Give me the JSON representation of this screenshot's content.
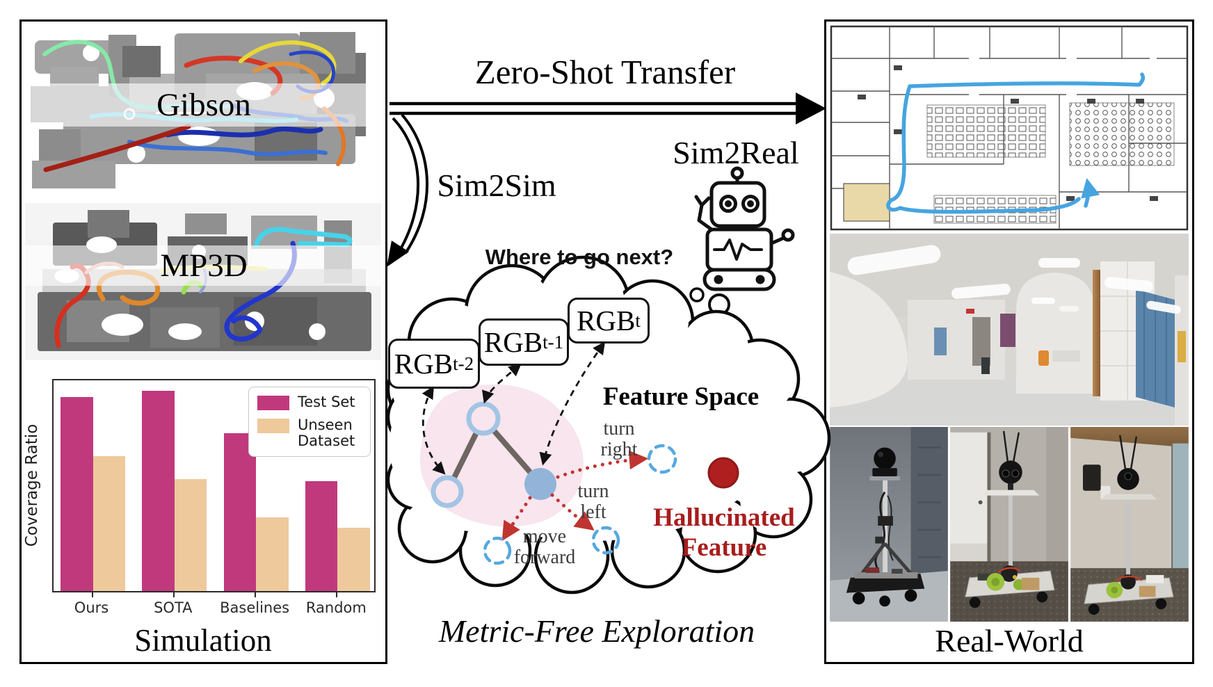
{
  "figure": {
    "left_panel": {
      "maps": [
        {
          "label": "Gibson"
        },
        {
          "label": "MP3D"
        }
      ],
      "caption": "Simulation"
    },
    "transfer": {
      "zero_shot_label": "Zero-Shot Transfer",
      "sim2real_label": "Sim2Real",
      "sim2sim_label": "Sim2Sim"
    },
    "thought": {
      "question": "Where to go next?",
      "feature_space_label": "Feature Space",
      "rgb_frames": [
        {
          "base": "RGB",
          "sub": "t-2"
        },
        {
          "base": "RGB",
          "sub": "t-1"
        },
        {
          "base": "RGB",
          "sub": "t"
        }
      ],
      "actions": [
        {
          "line1": "turn",
          "line2": "right"
        },
        {
          "line1": "turn",
          "line2": "left"
        },
        {
          "line1": "move",
          "line2": "forward"
        }
      ],
      "hallucinated_line1": "Hallucinated",
      "hallucinated_line2": "Feature",
      "caption": "Metric-Free Exploration"
    },
    "right_panel": {
      "caption": "Real-World"
    },
    "icons": {
      "robot": "robot-icon",
      "thought_cloud": "thought-cloud",
      "thought_bubbles": "thought-bubbles",
      "transfer_arrows": "double-line-arrows"
    }
  },
  "chart_data": {
    "type": "bar",
    "title": "",
    "categories": [
      "Ours",
      "SOTA",
      "Baselines",
      "Random"
    ],
    "series": [
      {
        "name": "Test Set",
        "color": "#c0397d",
        "values": [
          0.92,
          0.95,
          0.75,
          0.52
        ]
      },
      {
        "name": "Unseen Dataset",
        "color": "#eec99c",
        "values": [
          0.64,
          0.53,
          0.35,
          0.3
        ]
      }
    ],
    "xlabel": "",
    "ylabel": "Coverage Ratio",
    "ylim": [
      0,
      1
    ],
    "yticks_labeled": false,
    "legend_position": "upper right",
    "grid": false
  },
  "colors": {
    "test_set": "#c0397d",
    "unseen_dataset": "#eec99c",
    "hallucinated_red": "#a81d1d",
    "action_arrow_red": "#bf3430",
    "node_fill_blue": "#92b4d9",
    "node_outline_blue": "#a3c4e4",
    "dashed_circle_blue": "#56a8de",
    "pink_region": "#f8e5ee",
    "trajectory_blue": "#46a4e0"
  }
}
